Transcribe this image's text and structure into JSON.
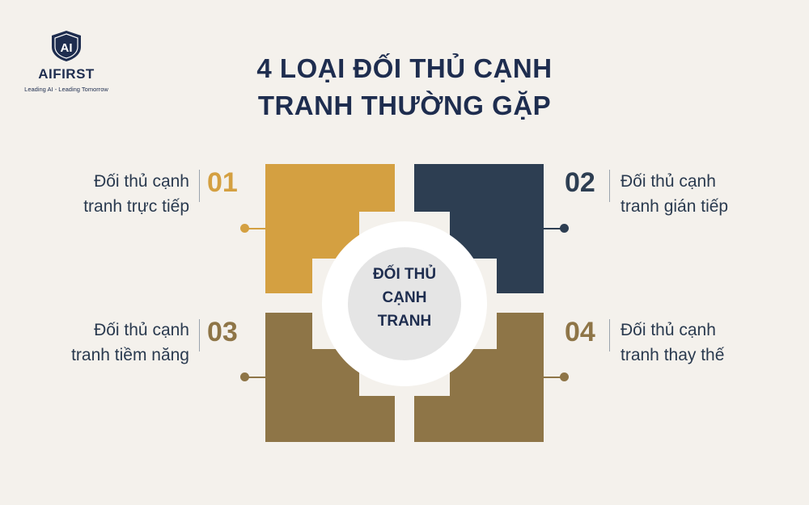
{
  "brand": {
    "logo_text": "AI",
    "name": "AIFIRST",
    "tagline": "Leading AI - Leading Tomorrow"
  },
  "title": {
    "line1": "4 LOẠI ĐỐI THỦ CẠNH",
    "line2": "TRANH THƯỜNG GẶP"
  },
  "center": {
    "line1": "ĐỐI THỦ",
    "line2": "CẠNH",
    "line3": "TRANH"
  },
  "items": [
    {
      "number": "01",
      "line1": "Đối thủ cạnh",
      "line2": "tranh trực tiếp",
      "color": "#d4a041"
    },
    {
      "number": "02",
      "line1": "Đối thủ cạnh",
      "line2": "tranh gián tiếp",
      "color": "#2d3e52"
    },
    {
      "number": "03",
      "line1": "Đối thủ cạnh",
      "line2": "tranh tiềm năng",
      "color": "#8e7547"
    },
    {
      "number": "04",
      "line1": "Đối thủ cạnh",
      "line2": "tranh thay thế",
      "color": "#8e7547"
    }
  ]
}
